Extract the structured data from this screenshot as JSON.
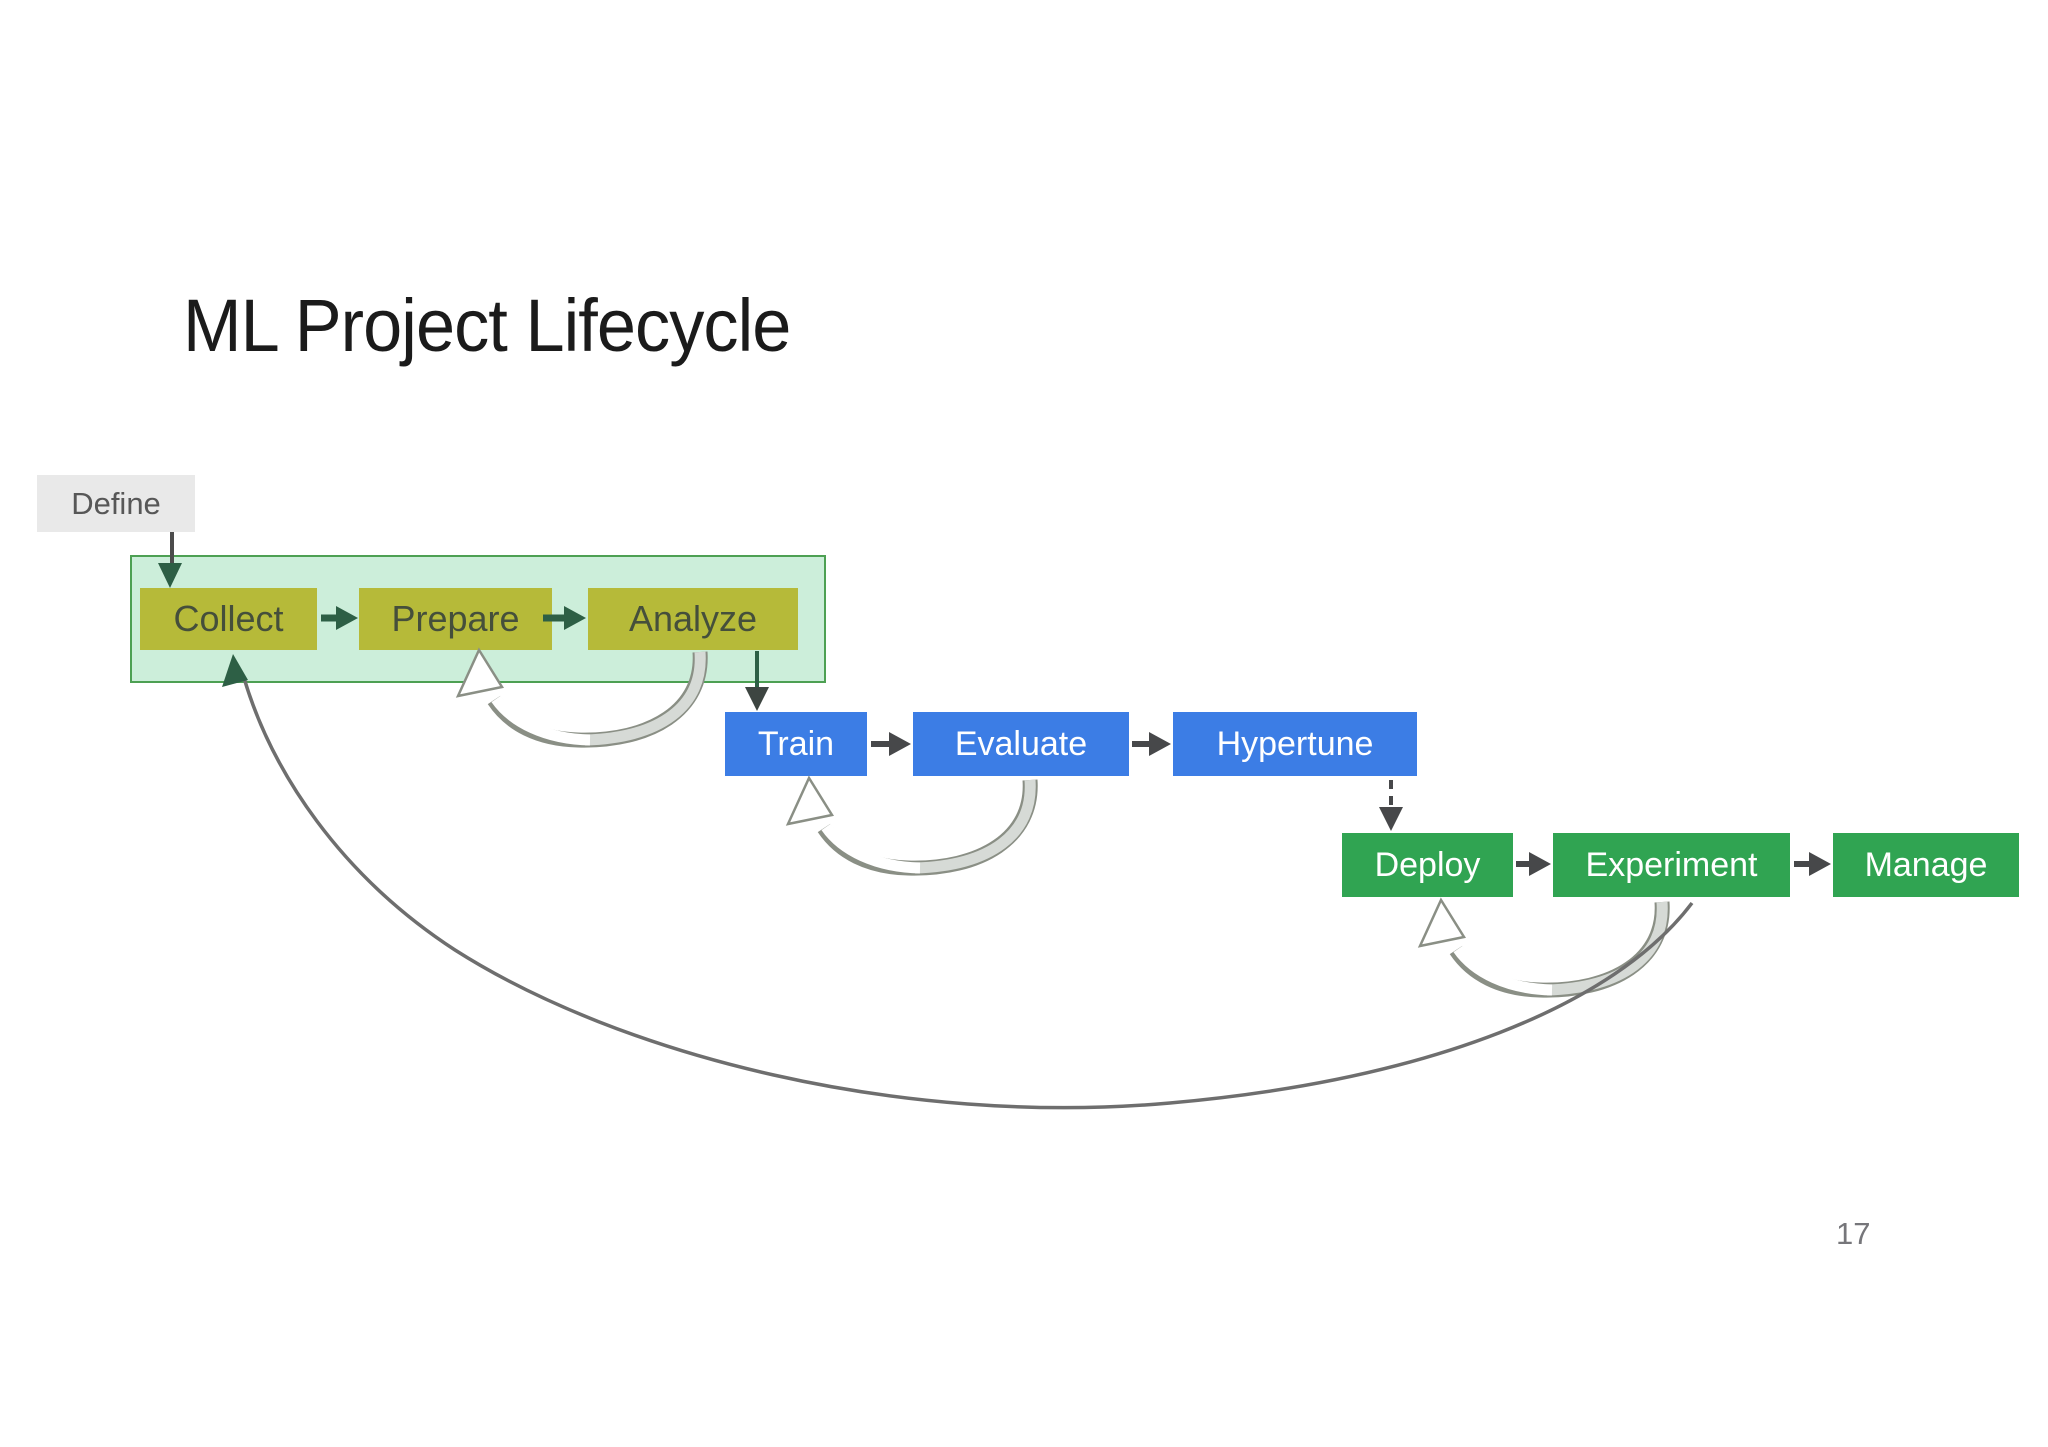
{
  "slide": {
    "title": "ML Project Lifecycle",
    "page_number": "17"
  },
  "diagram": {
    "define": {
      "label": "Define"
    },
    "data_stages": [
      {
        "label": "Collect"
      },
      {
        "label": "Prepare"
      },
      {
        "label": "Analyze"
      }
    ],
    "model_stages": [
      {
        "label": "Train"
      },
      {
        "label": "Evaluate"
      },
      {
        "label": "Hypertune"
      }
    ],
    "deploy_stages": [
      {
        "label": "Deploy"
      },
      {
        "label": "Experiment"
      },
      {
        "label": "Manage"
      }
    ],
    "colors": {
      "define_bg": "#e9e9e9",
      "stage_group_fill": "#cceeda",
      "stage_group_border": "#4da053",
      "data_stage_bg": "#b6ba39",
      "data_stage_text": "#454f3b",
      "model_stage_bg": "#3c7de5",
      "deploy_stage_bg": "#30a452",
      "box_text_light": "#ffffff",
      "arrow_dark": "#47484a",
      "arrow_green": "#2d5f45",
      "loop_band_gray": "#d6dad6",
      "loop_outline": "#8a8f85",
      "return_curve_gray": "#6e6e6e"
    }
  }
}
